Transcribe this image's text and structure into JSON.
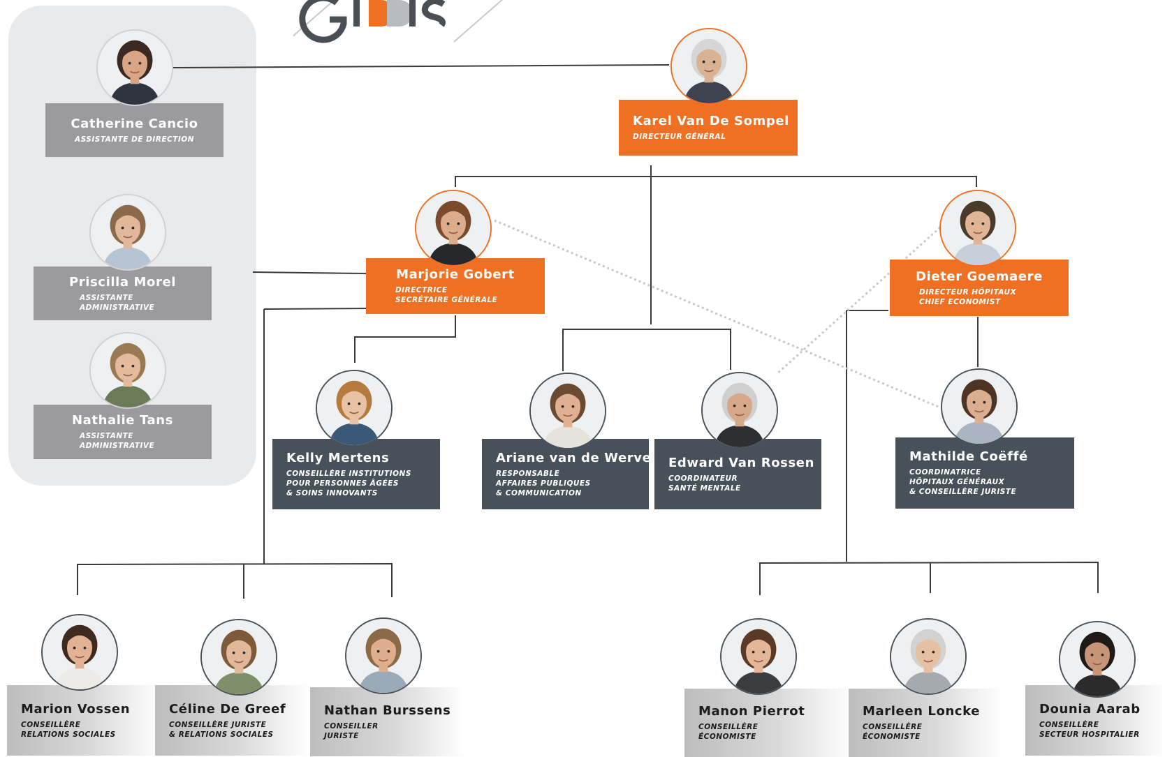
{
  "logo": {
    "text": "GIBBIS"
  },
  "colors": {
    "orange": "#f07023",
    "grey": "#9b9a9f",
    "dark": "#48515a",
    "panel": "#e9eaeb",
    "line": "#3a3a3a",
    "dotted": "#c8c8c8"
  },
  "assistants": [
    {
      "name": "Catherine Cancio",
      "role": "ASSISTANTE DE DIRECTION"
    },
    {
      "name": "Priscilla Morel",
      "role": "ASSISTANTE\nADMINISTRATIVE"
    },
    {
      "name": "Nathalie Tans",
      "role": "ASSISTANTE\nADMINISTRATIVE"
    }
  ],
  "ceo": {
    "name": "Karel Van De Sompel",
    "role": "DIRECTEUR GÉNÉRAL"
  },
  "directors": [
    {
      "name": "Marjorie Gobert",
      "role": "DIRECTRICE\nSECRÉTAIRE GÉNÉRALE"
    },
    {
      "name": "Dieter Goemaere",
      "role": "DIRECTEUR HÔPITAUX\nCHIEF ECONOMIST"
    }
  ],
  "advisors": [
    {
      "name": "Kelly Mertens",
      "role": "CONSEILLÈRE INSTITUTIONS\nPOUR PERSONNES ÂGÉES\n& SOINS INNOVANTS"
    },
    {
      "name": "Ariane van de Werve",
      "role": "RESPONSABLE\nAFFAIRES PUBLIQUES\n& COMMUNICATION"
    },
    {
      "name": "Edward Van Rossen",
      "role": "COORDINATEUR\nSANTÉ MENTALE"
    },
    {
      "name": "Mathilde Coëffé",
      "role": "COORDINATRICE\nHÔPITAUX GÉNÉRAUX\n& CONSEILLÈRE JURISTE"
    }
  ],
  "staff": [
    {
      "name": "Marion Vossen",
      "role": "CONSEILLÈRE\nRELATIONS SOCIALES"
    },
    {
      "name": "Céline De Greef",
      "role": "CONSEILLÈRE JURISTE\n& RELATIONS SOCIALES"
    },
    {
      "name": "Nathan Burssens",
      "role": "CONSEILLER\nJURISTE"
    },
    {
      "name": "Manon Pierrot",
      "role": "CONSEILLÈRE\nÉCONOMISTE"
    },
    {
      "name": "Marleen Loncke",
      "role": "CONSEILLÈRE\nÉCONOMISTE"
    },
    {
      "name": "Dounia Aarab",
      "role": "CONSEILLÈRE\nSECTEUR HOSPITALIER"
    }
  ]
}
